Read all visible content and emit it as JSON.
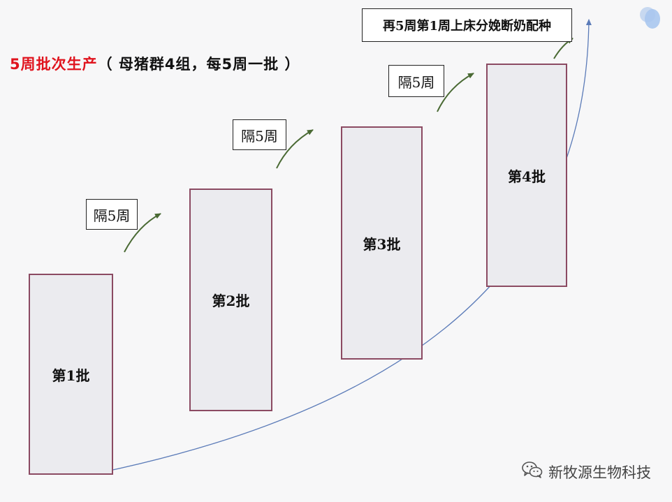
{
  "title": {
    "red_part": "5周批次生产",
    "black_part": "（ 母猪群4组，每5周一批 ）"
  },
  "batches": [
    {
      "label": "第1批"
    },
    {
      "label": "第2批"
    },
    {
      "label": "第3批"
    },
    {
      "label": "第4批"
    }
  ],
  "intervals": [
    {
      "label": "隔5周"
    },
    {
      "label": "隔5周"
    },
    {
      "label": "隔5周"
    }
  ],
  "cycle_note": "再5周第1周上床分娩断奶配种",
  "watermark": {
    "text": "新牧源生物科技",
    "icon": "wechat-icon"
  },
  "colors": {
    "title_red": "#e0141e",
    "batch_border": "#8b4a62",
    "batch_fill": "#ebebef",
    "arrow_green": "#4a6a34",
    "curve_blue": "#5b7bb8"
  }
}
